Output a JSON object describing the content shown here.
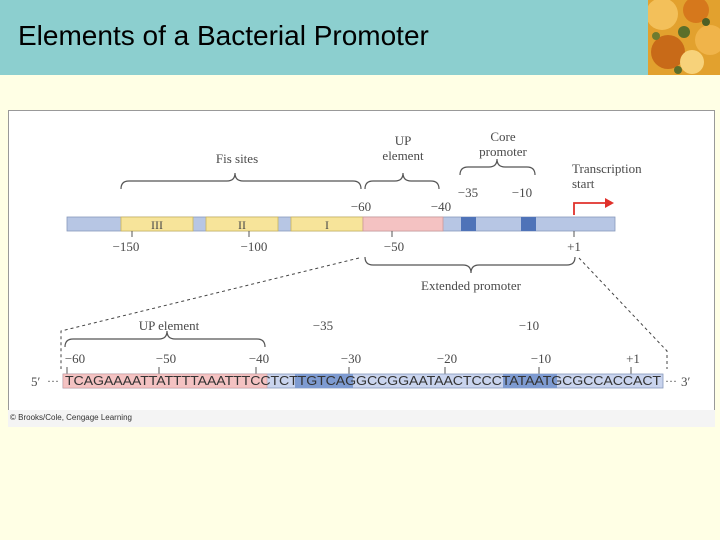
{
  "slide": {
    "title": "Elements of a Bacterial Promoter"
  },
  "photo": {
    "name": "orange-bacteria-photo"
  },
  "diagram": {
    "labels": {
      "fis_sites": "Fis sites",
      "up_element_top": "UP\nelement",
      "core_promoter": "Core\npromoter",
      "transcription_start": "Transcription\nstart",
      "extended_promoter": "Extended promoter",
      "up_element_bottom": "UP element",
      "five_prime": "5′",
      "three_prime": "3′"
    },
    "fis_site_names": [
      "III",
      "II",
      "I"
    ],
    "top_positions": [
      "−60",
      "−40",
      "−35",
      "−10"
    ],
    "ruler_positions": [
      "−150",
      "−100",
      "−50",
      "+1"
    ],
    "bottom_region_labels": [
      "−35",
      "−10"
    ],
    "bottom_ticks": [
      "−60",
      "−50",
      "−40",
      "−30",
      "−20",
      "−10",
      "+1"
    ],
    "sequence_parts": {
      "up": "TCAGAAAATTATTTTAAATTTC",
      "gap1": "CTC",
      "m35": "TTGTCA",
      "mid": "GGCCGGAATAACTCCC",
      "m10": "TATAAT",
      "end": "GCGCCACCACT"
    },
    "colors": {
      "bar": "#b7c6e4",
      "fis": "#f7e49a",
      "up": "#f4c2c2",
      "box": "#4f73b8",
      "arrow": "#e0312b"
    }
  },
  "credit": "© Brooks/Cole, Cengage Learning"
}
